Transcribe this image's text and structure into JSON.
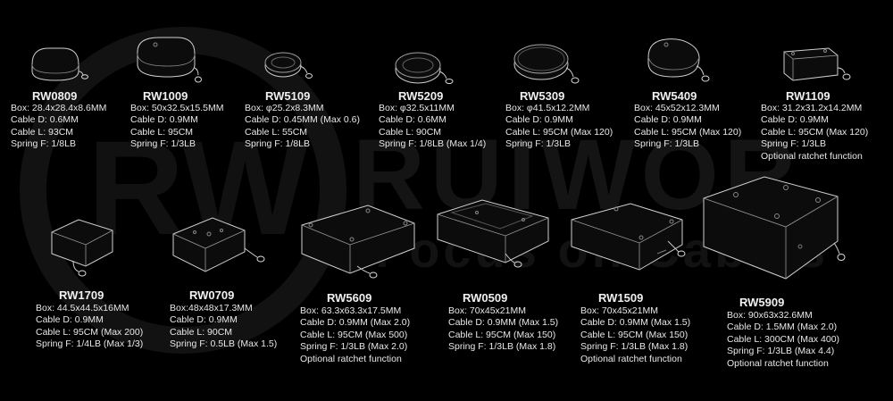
{
  "watermark": {
    "brand": "RUIWOR",
    "sub": "Focus on Cables"
  },
  "products": [
    {
      "id": "rw0809",
      "model": "RW0809",
      "specs": [
        "Box: 28.4x28.4x8.6MM",
        "Cable D: 0.6MM",
        "Cable L: 93CM",
        "Spring F: 1/8LB"
      ]
    },
    {
      "id": "rw1009",
      "model": "RW1009",
      "specs": [
        "Box: 50x32.5x15.5MM",
        "Cable D: 0.9MM",
        "Cable L: 95CM",
        "Spring F: 1/3LB"
      ]
    },
    {
      "id": "rw5109",
      "model": "RW5109",
      "specs": [
        "Box: φ25.2x8.3MM",
        "Cable D: 0.45MM (Max 0.6)",
        "Cable L: 55CM",
        "Spring F: 1/8LB"
      ]
    },
    {
      "id": "rw5209",
      "model": "RW5209",
      "specs": [
        "Box: φ32.5x11MM",
        "Cable D: 0.6MM",
        "Cable L: 90CM",
        "Spring F: 1/8LB (Max 1/4)"
      ]
    },
    {
      "id": "rw5309",
      "model": "RW5309",
      "specs": [
        "Box: φ41.5x12.2MM",
        "Cable D: 0.9MM",
        "Cable L: 95CM (Max 120)",
        "Spring F: 1/3LB"
      ]
    },
    {
      "id": "rw5409",
      "model": "RW5409",
      "specs": [
        "Box: 45x52x12.3MM",
        "Cable D: 0.9MM",
        "Cable L: 95CM (Max 120)",
        "Spring F: 1/3LB"
      ]
    },
    {
      "id": "rw1109",
      "model": "RW1109",
      "specs": [
        "Box: 31.2x31.2x14.2MM",
        "Cable D: 0.9MM",
        "Cable L: 95CM (Max 120)",
        "Spring F: 1/3LB",
        "Optional ratchet function"
      ]
    },
    {
      "id": "rw1709",
      "model": "RW1709",
      "specs": [
        "Box: 44.5x44.5x16MM",
        "Cable D: 0.9MM",
        "Cable L: 95CM (Max 200)",
        "Spring F: 1/4LB (Max 1/3)"
      ]
    },
    {
      "id": "rw0709",
      "model": "RW0709",
      "specs": [
        "Box:48x48x17.3MM",
        "Cable D: 0.9MM",
        "Cable L: 90CM",
        "Spring F: 0.5LB (Max 1.5)"
      ]
    },
    {
      "id": "rw5609",
      "model": "RW5609",
      "specs": [
        "Box: 63.3x63.3x17.5MM",
        "Cable D: 0.9MM (Max 2.0)",
        "Cable L: 95CM (Max 500)",
        "Spring F: 1/3LB (Max 2.0)",
        "Optional ratchet function"
      ]
    },
    {
      "id": "rw0509",
      "model": "RW0509",
      "specs": [
        "Box: 70x45x21MM",
        "Cable D: 0.9MM (Max 1.5)",
        "Cable L: 95CM (Max 150)",
        "Spring F: 1/3LB (Max 1.8)"
      ]
    },
    {
      "id": "rw1509",
      "model": "RW1509",
      "specs": [
        "Box: 70x45x21MM",
        "Cable D: 0.9MM (Max 1.5)",
        "Cable L: 95CM (Max 150)",
        "Spring F: 1/3LB (Max 1.8)",
        "Optional ratchet function"
      ]
    },
    {
      "id": "rw5909",
      "model": "RW5909",
      "specs": [
        "Box: 90x63x32.6MM",
        "Cable D: 1.5MM  (Max 2.0)",
        "Cable L: 300CM (Max 400)",
        "Spring F: 1/3LB (Max 4.4)",
        "Optional ratchet function"
      ]
    }
  ]
}
